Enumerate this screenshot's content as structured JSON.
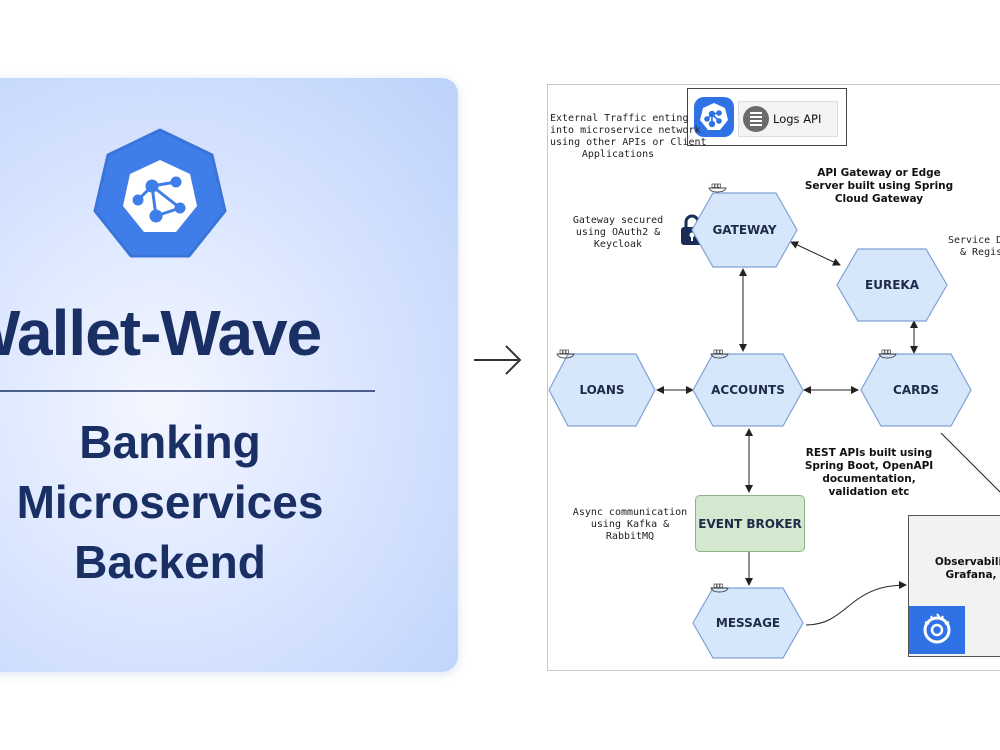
{
  "card": {
    "title": "Wallet-Wave",
    "subtitle_lines": [
      "Banking",
      "Microservices",
      "Backend"
    ]
  },
  "diagram": {
    "top_box": {
      "logs_label": "Logs API"
    },
    "notes": {
      "external": [
        "External Traffic enting",
        "into microservice network",
        "using other APIs or Client",
        "Applications"
      ],
      "gateway_edge": [
        "API Gateway or Edge",
        "Server built using Spring",
        "Cloud Gateway"
      ],
      "gateway_secured": [
        "Gateway secured",
        "using OAuth2 &",
        "Keycloak"
      ],
      "service_discovery": [
        "Service D",
        "& Regis"
      ],
      "rest_apis": [
        "REST APIs built using",
        "Spring Boot, OpenAPI",
        "documentation,",
        "validation etc"
      ],
      "async": [
        "Async communication",
        "using Kafka &",
        "RabbitMQ"
      ],
      "observability": [
        "Observabilit",
        "Grafana,"
      ]
    },
    "nodes": {
      "gateway": "GATEWAY",
      "eureka": "EUREKA",
      "loans": "LOANS",
      "accounts": "ACCOUNTS",
      "cards": "CARDS",
      "event_broker": "EVENT BROKER",
      "message": "MESSAGE"
    }
  },
  "colors": {
    "hex_fill": "#d6e6fb",
    "hex_stroke": "#7fa2d6",
    "broker_fill": "#d4e8cf",
    "title_color": "#1a2f64",
    "logo_blue": "#3f7ee8"
  }
}
